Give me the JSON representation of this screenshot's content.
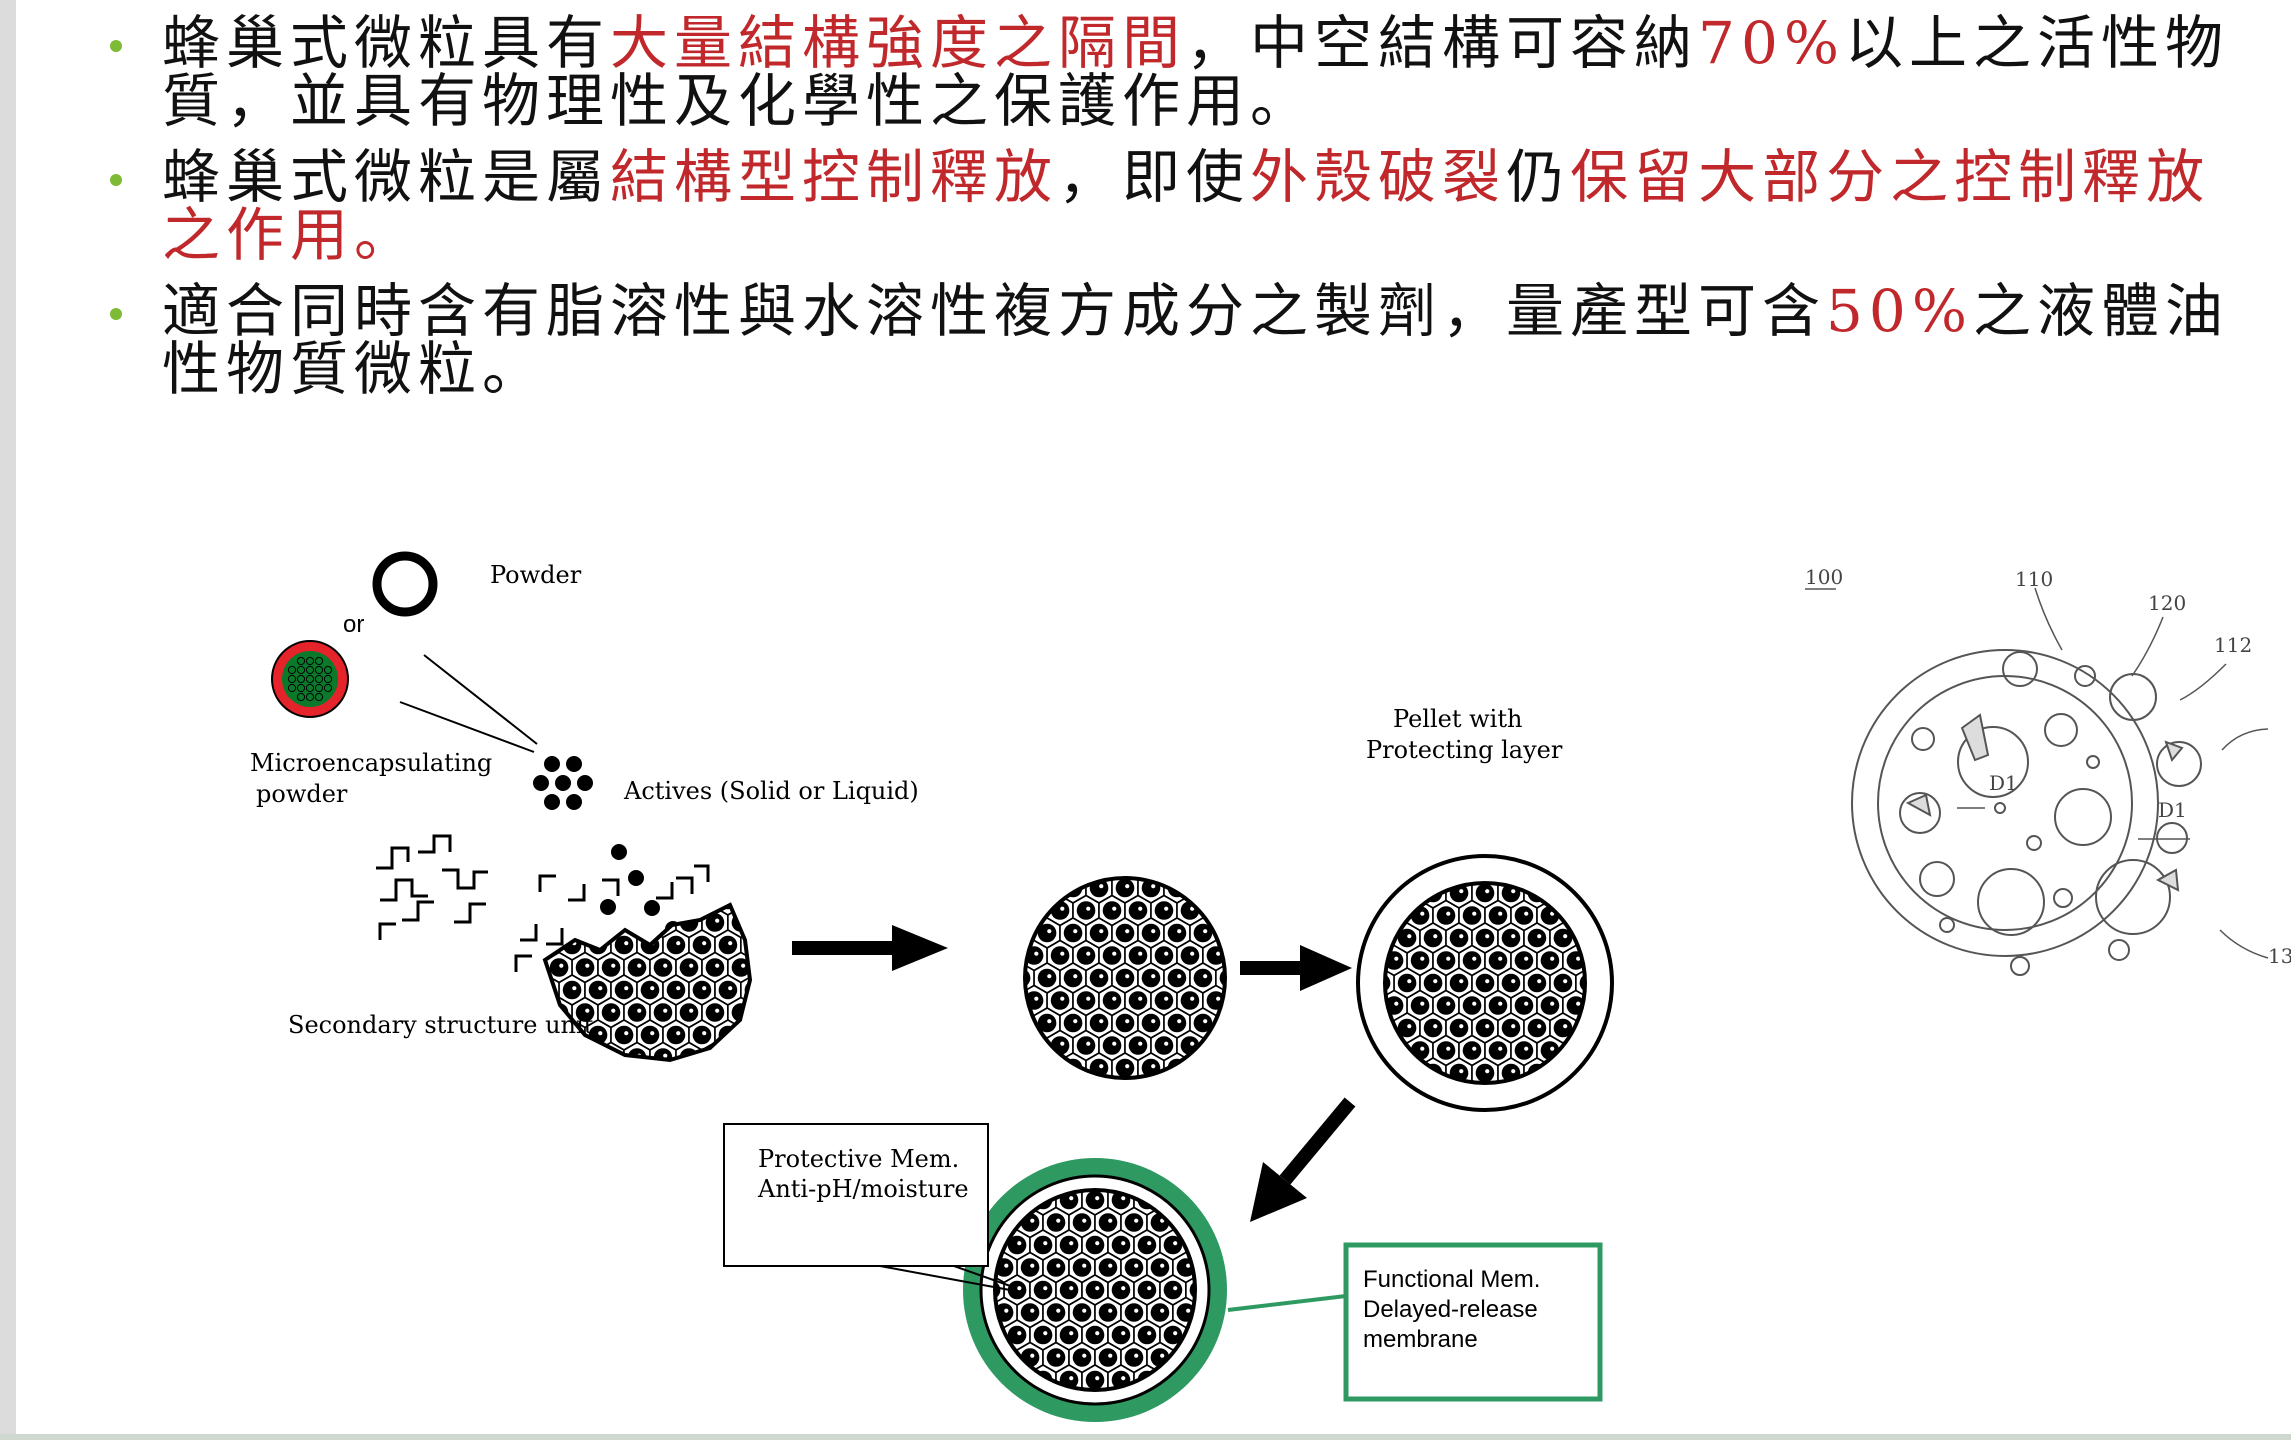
{
  "bullets": [
    {
      "segments": [
        {
          "text": "蜂巢式微粒具有",
          "red": false
        },
        {
          "text": "大量結構強度之隔間",
          "red": true
        },
        {
          "text": "，中空結構可容納",
          "red": false
        },
        {
          "text": "70%",
          "red": true
        },
        {
          "text": "以上之活性物質，並具有物理性及化學性之保護作用。",
          "red": false
        }
      ]
    },
    {
      "segments": [
        {
          "text": "蜂巢式微粒是屬",
          "red": false
        },
        {
          "text": "結構型控制釋放",
          "red": true
        },
        {
          "text": "，即使",
          "red": false
        },
        {
          "text": "外殼破裂",
          "red": true
        },
        {
          "text": "仍",
          "red": false
        },
        {
          "text": "保留大部分之控制釋放之作用",
          "red": true
        },
        {
          "text": "。",
          "red": true
        }
      ]
    },
    {
      "segments": [
        {
          "text": "適合同時含有脂溶性與水溶性複方成分之製劑，量產型可含",
          "red": false
        },
        {
          "text": "50%",
          "red": true
        },
        {
          "text": "之液體油性物質微粒。",
          "red": false
        }
      ]
    }
  ],
  "diagram": {
    "powder_label": "Powder",
    "or_label": "or",
    "microencapsulating_label_1": "Microencapsulating",
    "microencapsulating_label_2": "powder",
    "actives_label": "Actives (Solid or Liquid)",
    "secondary_label": "Secondary structure unit",
    "pellet_label_1": "Pellet with",
    "pellet_label_2": "Protecting layer",
    "protective_label_1": "Protective Mem.",
    "protective_label_2": "Anti-pH/moisture",
    "functional_label_1": "Functional Mem.",
    "functional_label_2": "Delayed-release",
    "functional_label_3": "membrane"
  },
  "patent_figure": {
    "ref_100": "100",
    "ref_110": "110",
    "ref_120": "120",
    "ref_112": "112",
    "ref_d1_a": "D1",
    "ref_d1_b": "D1",
    "ref_13": "13"
  },
  "colors": {
    "accent_red": "#c0282b",
    "bullet_green": "#7dbb35",
    "membrane_green": "#2e9a62"
  }
}
